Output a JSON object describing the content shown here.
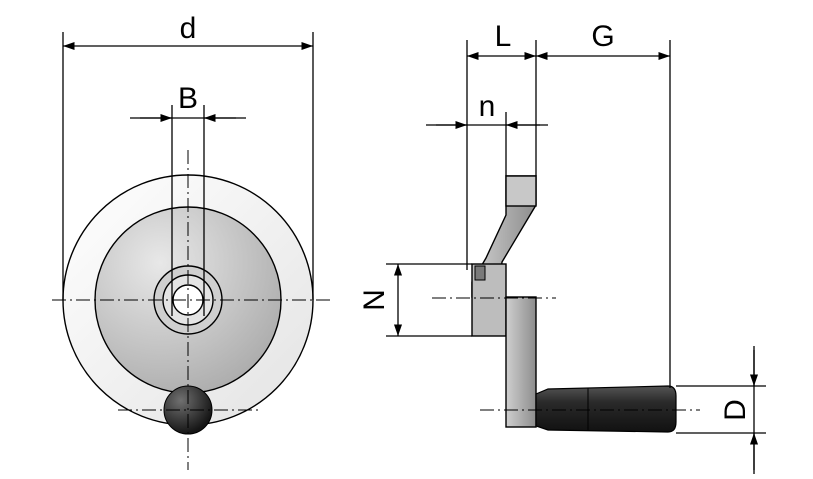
{
  "dimensions": {
    "d": "d",
    "B": "B",
    "L": "L",
    "G": "G",
    "n": "n",
    "N": "N",
    "D": "D"
  },
  "colors": {
    "rim_light": "#f4f4f4",
    "disc": "#bfbfbf",
    "hub": "#d6d6d6",
    "handle_dark": "#2a2a2a",
    "line": "#000000"
  }
}
